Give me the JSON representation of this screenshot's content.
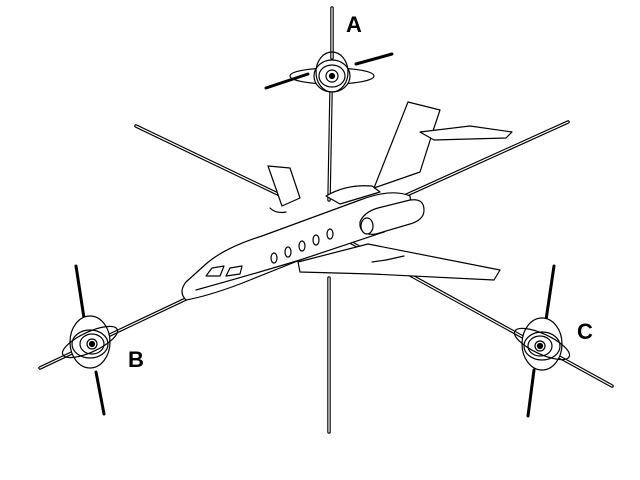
{
  "labels": {
    "a": "A",
    "b": "B",
    "c": "C"
  },
  "colors": {
    "stroke": "#000000",
    "fill": "#ffffff"
  }
}
